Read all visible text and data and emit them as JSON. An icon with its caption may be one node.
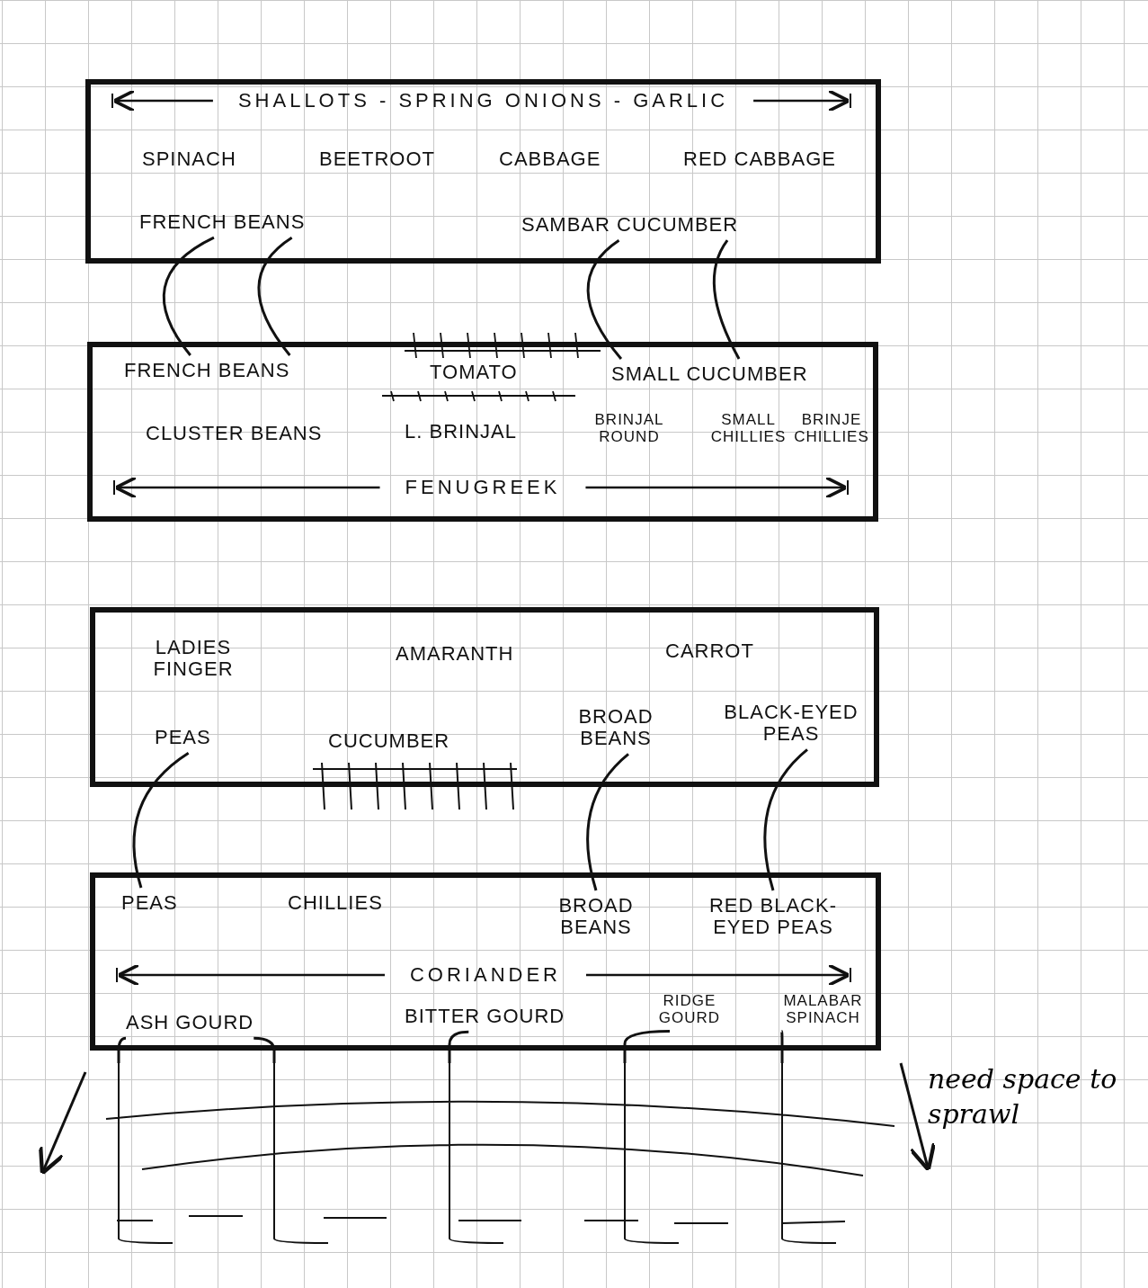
{
  "diagram": {
    "nodes": [
      {
        "text": [],
        "shape": "box"
      },
      {
        "text": [
          "SHALLOTS - SPRING ONIONS - GARLIC"
        ],
        "in": 0
      },
      {
        "text": [
          "SPINACH"
        ],
        "in": 0
      },
      {
        "text": [
          "BEETROOT"
        ],
        "in": 0
      },
      {
        "text": [
          "CABBAGE"
        ],
        "in": 0
      },
      {
        "text": [
          "RED CABBAGE"
        ],
        "in": 0
      },
      {
        "text": [
          "FRENCH BEANS"
        ],
        "in": 0
      },
      {
        "text": [
          "SAMBAR CUCUMBER"
        ],
        "in": 0
      },
      {
        "text": [],
        "shape": "box"
      },
      {
        "text": [
          "FRENCH BEANS"
        ],
        "in": 8
      },
      {
        "text": [
          "TOMATO"
        ],
        "in": 8
      },
      {
        "text": [
          "SMALL CUCUMBER"
        ],
        "in": 8
      },
      {
        "text": [
          "CLUSTER BEANS"
        ],
        "in": 8
      },
      {
        "text": [
          "L. BRINJAL"
        ],
        "in": 8
      },
      {
        "text": [
          "BRINJAL ROUND"
        ],
        "in": 8
      },
      {
        "text": [
          "SMALL CHILLIES"
        ],
        "in": 8
      },
      {
        "text": [
          "BRINJE CHILLIES"
        ],
        "in": 8
      },
      {
        "text": [
          "FENUGREEK"
        ],
        "in": 8
      },
      {
        "text": [],
        "shape": "box"
      },
      {
        "text": [
          "LADIES FINGER"
        ],
        "in": 18
      },
      {
        "text": [
          "AMARANTH"
        ],
        "in": 18
      },
      {
        "text": [
          "CARROT"
        ],
        "in": 18
      },
      {
        "text": [
          "PEAS"
        ],
        "in": 18
      },
      {
        "text": [
          "CUCUMBER"
        ],
        "in": 18
      },
      {
        "text": [
          "BROAD BEANS"
        ],
        "in": 18
      },
      {
        "text": [
          "BLACK-EYED PEAS"
        ],
        "in": 18
      },
      {
        "text": [],
        "shape": "box"
      },
      {
        "text": [
          "PEAS"
        ],
        "in": 26
      },
      {
        "text": [
          "CHILLIES"
        ],
        "in": 26
      },
      {
        "text": [
          "BROAD BEANS"
        ],
        "in": 26
      },
      {
        "text": [
          "RED BLACK-EYED PEAS"
        ],
        "in": 26
      },
      {
        "text": [
          "CORIANDER"
        ],
        "in": 26
      },
      {
        "text": [
          "ASH GOURD"
        ],
        "in": 26
      },
      {
        "text": [
          "BITTER GOURD"
        ],
        "in": 26
      },
      {
        "text": [
          "RIDGE GOURD"
        ],
        "in": 26
      },
      {
        "text": [
          "MALABAR SPINACH"
        ],
        "in": 26
      },
      {
        "text": [],
        "shape": "picture"
      }
    ],
    "edges": [
      {
        "from": 6,
        "to": 9,
        "arrow": "none"
      },
      {
        "from": 6,
        "to": 9,
        "arrow": "none"
      },
      {
        "from": 7,
        "to": 11,
        "arrow": "none"
      },
      {
        "from": 7,
        "to": 11,
        "arrow": "none"
      },
      {
        "from": 22,
        "to": 27,
        "arrow": "none"
      },
      {
        "from": 24,
        "to": 29,
        "arrow": "none"
      },
      {
        "from": 25,
        "to": 30,
        "arrow": "none"
      },
      {
        "from": 32,
        "to": 36,
        "arrow": "none"
      },
      {
        "from": 32,
        "to": 36,
        "arrow": "none"
      },
      {
        "from": 33,
        "to": 36,
        "arrow": "none"
      },
      {
        "from": 34,
        "to": 36,
        "arrow": "none"
      },
      {
        "from": 35,
        "to": 36,
        "arrow": "none"
      }
    ],
    "labels": [
      "need space to sprawl"
    ]
  }
}
